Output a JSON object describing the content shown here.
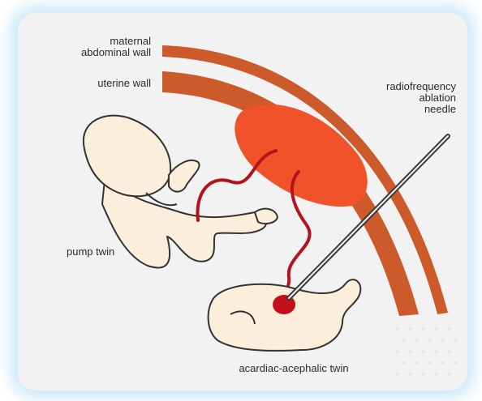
{
  "labels": {
    "maternal_abdominal_wall": "maternal\nabdominal wall",
    "uterine_wall": "uterine wall",
    "radiofrequency_ablation_needle": "radiofrequency\nablation\nneedle",
    "pump_twin": "pump twin",
    "acardiac_acephalic_twin": "acardiac-acephalic twin"
  },
  "colors": {
    "wall": "#cd5a2a",
    "placenta": "#f0522a",
    "cord": "#b3141c",
    "fetus_fill": "#fbeedb",
    "fetus_outline": "#333333",
    "needle": "#3a3a3a",
    "panel_bg": "#f2f2f2",
    "glow": "#cfe9f7"
  },
  "icons": {
    "pump_twin": "fetus-illustration",
    "acardiac_twin": "acardiac-fetus-illustration",
    "needle": "ablation-needle"
  }
}
